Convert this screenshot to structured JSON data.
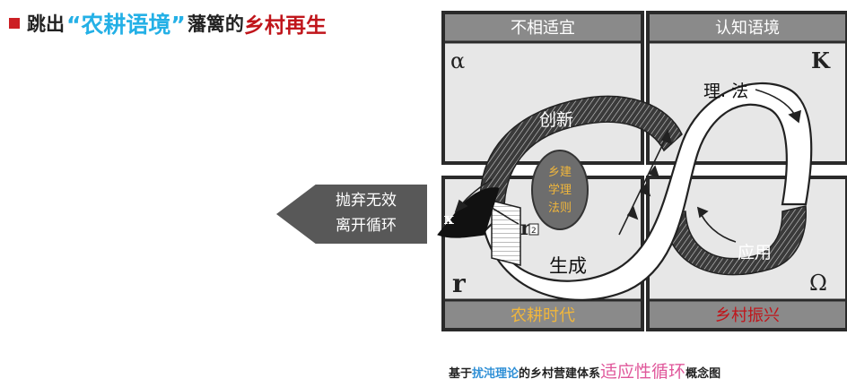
{
  "headline": {
    "part1": "跳出",
    "quoted": "“农耕语境”",
    "part2": "藩篱的",
    "highlight": "乡村再生"
  },
  "exit_arrow": {
    "line1": "抛弃无效",
    "line2": "离开循环"
  },
  "quadrants": {
    "top_left": "不相适宜",
    "top_right": "认知语境",
    "bottom_left": "农耕时代",
    "bottom_right": "乡村振兴"
  },
  "corner_symbols": {
    "alpha": "α",
    "kappa": "K",
    "r": "r",
    "omega": "Ω",
    "x": "x",
    "r2": "r",
    "r2_sub": "2"
  },
  "loop_labels": {
    "innovation": "创新",
    "theory_law": "理. 法",
    "application": "应用",
    "generation": "生成"
  },
  "center_oval": {
    "line1": "乡建",
    "line2": "学理",
    "line3": "法则"
  },
  "caption": {
    "part1": "基于",
    "part2": "扰沌理论",
    "part3": "的乡村营建体系",
    "part4": "适应性循环",
    "part5": "概念图"
  },
  "colors": {
    "accent_red": "#c0151b",
    "accent_blue": "#24b0e6",
    "band_gray": "#8a8a8a",
    "panel_gray": "#e7e7e7",
    "oval_fill": "#6d6d6d",
    "oval_text": "#f0b63c",
    "bullet_red": "#cc1f24",
    "pink": "#e0589b"
  }
}
